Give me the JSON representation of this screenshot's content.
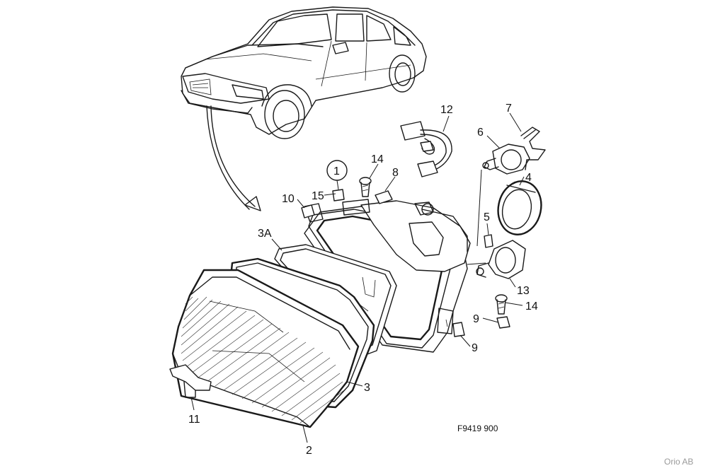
{
  "diagram": {
    "callouts": {
      "c1": "1",
      "c2": "2",
      "c3": "3",
      "c3a": "3A",
      "c4": "4",
      "c5": "5",
      "c6": "6",
      "c7": "7",
      "c8": "8",
      "c9a": "9",
      "c9b": "9",
      "c10": "10",
      "c11": "11",
      "c12": "12",
      "c13": "13",
      "c14a": "14",
      "c14b": "14",
      "c15": "15"
    },
    "figure_code": "F9419 900",
    "copyright": "Orio AB"
  }
}
